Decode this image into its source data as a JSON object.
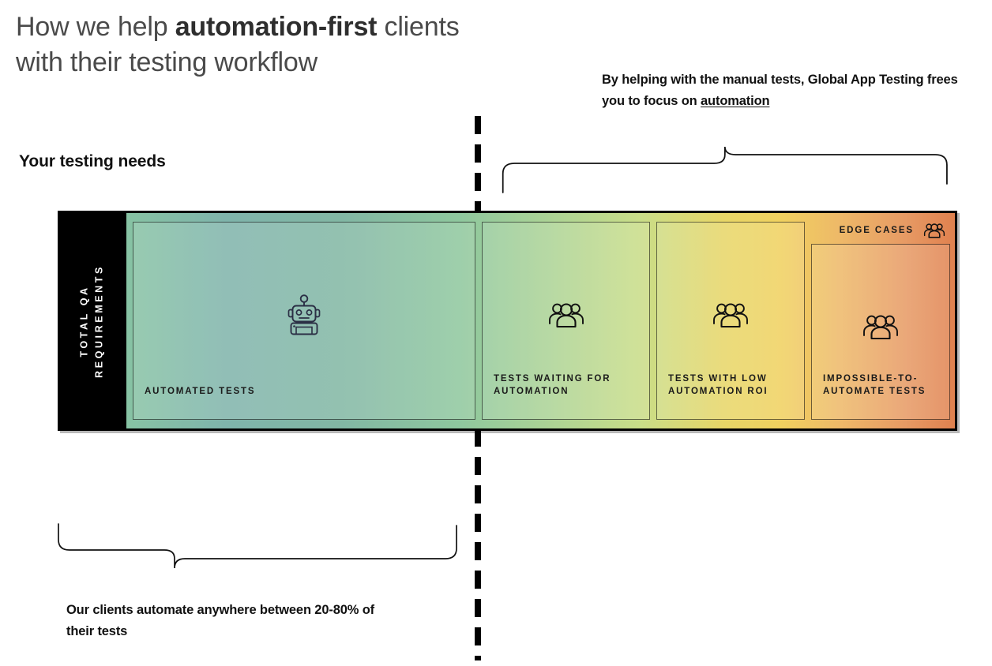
{
  "headline": {
    "line1_pre": "How we help ",
    "line1_bold": "automation-first",
    "line1_post": " clients",
    "line2": "with their testing workflow"
  },
  "section_caption": "Your testing needs",
  "annotations": {
    "top_right_pre": "By helping with the manual tests, Global App Testing frees you to focus on ",
    "top_right_underlined": "automation",
    "bottom_left": "Our clients automate anywhere between 20-80% of their tests"
  },
  "bar": {
    "vertical_label": "TOTAL QA REQUIREMENTS",
    "edge_cases_label": "EDGE CASES",
    "edge_cases_icon": "people-group-icon",
    "panels": [
      {
        "label": "AUTOMATED TESTS",
        "icon": "robot-icon"
      },
      {
        "label": "TESTS WAITING FOR AUTOMATION",
        "icon": "people-group-icon"
      },
      {
        "label": "TESTS WITH LOW AUTOMATION ROI",
        "icon": "people-group-icon"
      },
      {
        "label": "IMPOSSIBLE-TO-AUTOMATE TESTS",
        "icon": "people-group-icon"
      }
    ]
  },
  "colors": {
    "frame": "#000000",
    "gradient_start_green": "#87c3a4",
    "gradient_teal": "#7fb4ab",
    "gradient_yellow": "#f0d15f",
    "gradient_end_orange": "#e0814f",
    "headline_gray": "#4a4a4a",
    "text_black": "#111111"
  }
}
